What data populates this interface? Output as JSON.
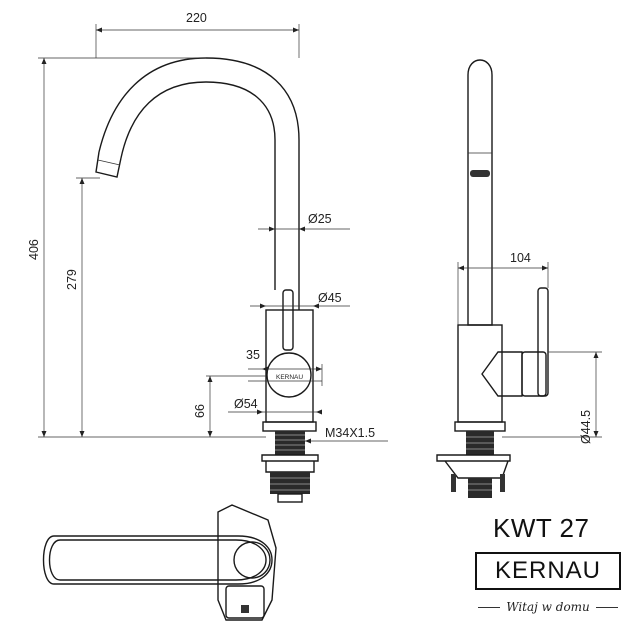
{
  "dimensions": {
    "width_total": "220",
    "height_total": "406",
    "spout_height": "279",
    "base_height": "66",
    "tube_diameter": "Ø25",
    "body_diameter": "Ø45",
    "handle_offset": "35",
    "base_diameter": "Ø54",
    "thread": "M34X1.5",
    "handle_length": "104",
    "body_side_diameter": "Ø44.5"
  },
  "model": {
    "code": "KWT 27"
  },
  "brand": {
    "name": "KERNAU",
    "tagline": "Witaj w domu"
  }
}
